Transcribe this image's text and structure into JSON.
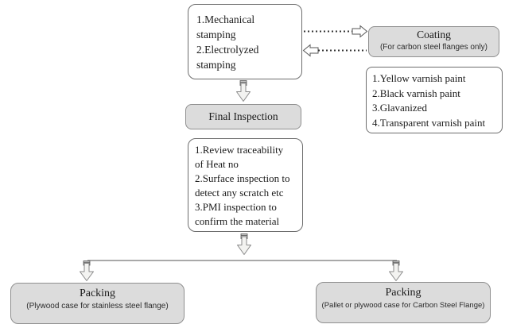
{
  "stamping": {
    "lines": [
      "1.Mechanical",
      "stamping",
      "2.Electrolyzed",
      "stamping"
    ]
  },
  "coating": {
    "title": "Coating",
    "subtitle": "(For carbon steel flanges only)"
  },
  "coating_options": {
    "lines": [
      "1.Yellow varnish paint",
      "2.Black varnish paint",
      "3.Glavanized",
      "4.Transparent varnish paint"
    ]
  },
  "final_inspection": {
    "label": "Final Inspection"
  },
  "inspection_details": {
    "lines": [
      "1.Review traceability",
      "of Heat no",
      "2.Surface inspection to",
      "detect any scratch etc",
      "3.PMI inspection to",
      "confirm the material"
    ]
  },
  "packing_left": {
    "title": "Packing",
    "subtitle": "(Plywood case for stainless steel flange)"
  },
  "packing_right": {
    "title": "Packing",
    "subtitle": "(Pallet or plywood case for Carbon Steel Flange)"
  },
  "colors": {
    "background": "#ffffff",
    "gray_box_fill": "#dcdcdc",
    "gray_box_border": "#8f8f8f",
    "white_box_border": "#6e6e6e",
    "block_arrow_fill": "#f3f3f1",
    "block_arrow_stroke": "#8a8a8a",
    "dotted_line": "#333333",
    "split_line": "#a9a9a9"
  }
}
